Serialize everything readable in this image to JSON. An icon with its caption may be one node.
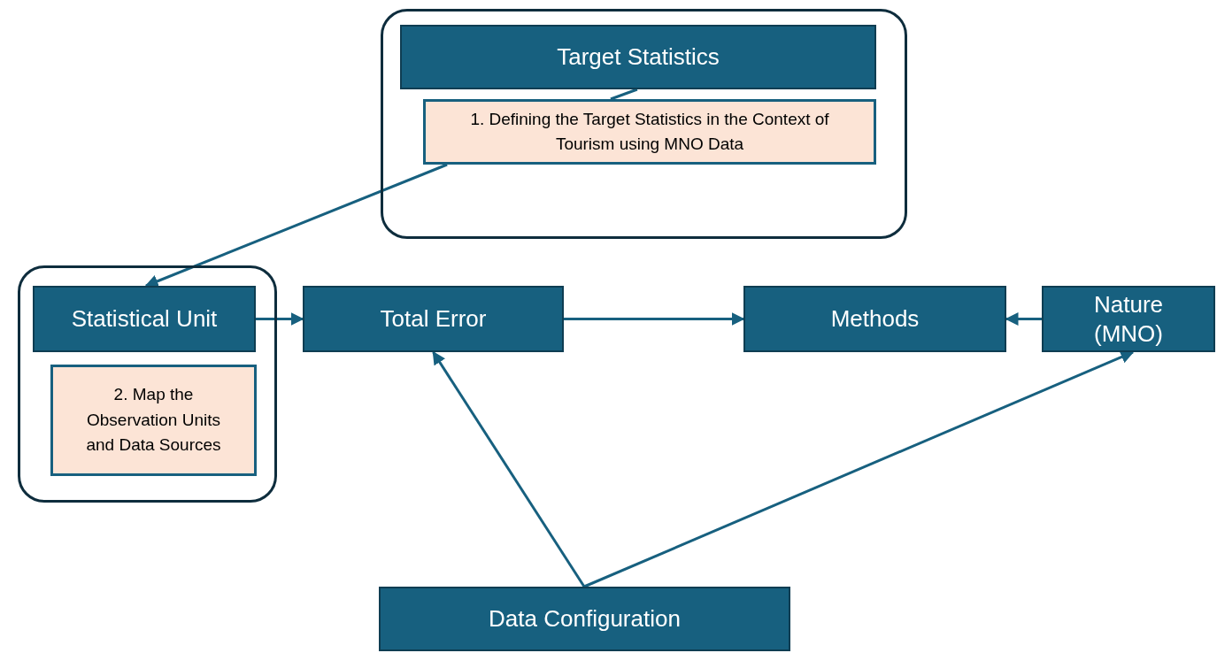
{
  "diagram": {
    "nodes": [
      {
        "text": [],
        "shape": "box"
      },
      {
        "text": [
          "Target Statistics"
        ],
        "in": 0
      },
      {
        "text": [
          "1. Defining the Target Statistics in the Context of Tourism using MNO Data"
        ],
        "in": 0
      },
      {
        "text": [],
        "shape": "box"
      },
      {
        "text": [
          "Statistical Unit"
        ],
        "in": 3
      },
      {
        "text": [
          "2. Map the Observation Units and Data Sources"
        ],
        "in": 3
      },
      {
        "text": [
          "Total Error"
        ]
      },
      {
        "text": [
          "Methods"
        ]
      },
      {
        "text": [
          "Nature (MNO)"
        ]
      },
      {
        "text": [
          "Data Configuration"
        ]
      }
    ],
    "edges": [
      {
        "from": 1,
        "to": 2,
        "arrow": "none"
      },
      {
        "from": 2,
        "to": 4,
        "arrow": "to"
      },
      {
        "from": 4,
        "to": 6,
        "arrow": "to"
      },
      {
        "from": 6,
        "to": 7,
        "arrow": "to"
      },
      {
        "from": 8,
        "to": 7,
        "arrow": "to"
      },
      {
        "from": 9,
        "to": 6,
        "arrow": "to"
      },
      {
        "from": 9,
        "to": 8,
        "arrow": "to"
      }
    ]
  }
}
